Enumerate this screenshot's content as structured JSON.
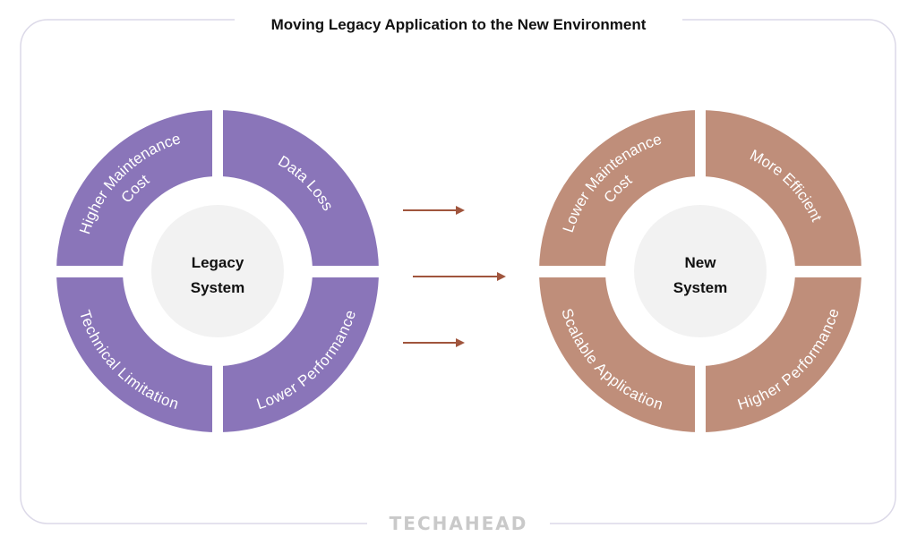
{
  "title": "Moving Legacy Application to the New Environment",
  "brand": "TECHAHEAD",
  "colors": {
    "legacy": "#8a75b9",
    "new": "#bf8e7a",
    "arrow": "#a0553d",
    "center": "#f2f2f2",
    "frame": "#dcd9e8"
  },
  "legacy": {
    "center_line1": "Legacy",
    "center_line2": "System",
    "segments": {
      "top_left_line1": "Higher Maintenance",
      "top_left_line2": "Cost",
      "top_right": "Data Loss",
      "bottom_left": "Technical Limitation",
      "bottom_right": "Lower Performance"
    }
  },
  "new": {
    "center_line1": "New",
    "center_line2": "System",
    "segments": {
      "top_left_line1": "Lower Maintenance",
      "top_left_line2": "Cost",
      "top_right": "More Efficient",
      "bottom_left": "Scalable Application",
      "bottom_right": "Higher Performance"
    }
  }
}
